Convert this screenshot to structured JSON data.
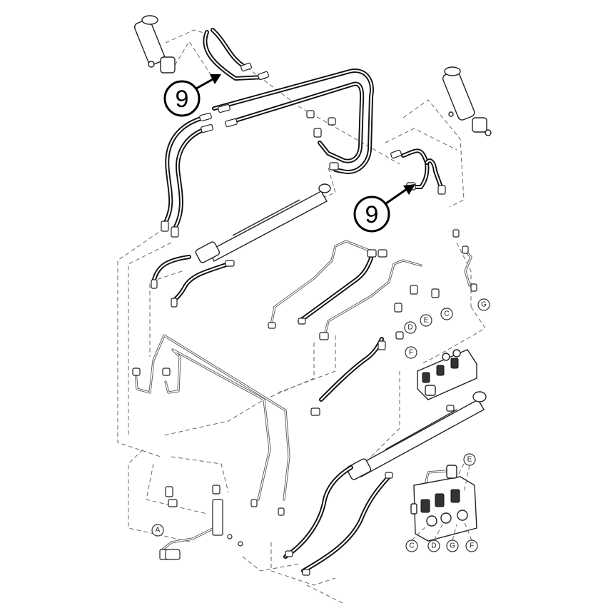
{
  "callouts": [
    {
      "id": "callout-9-top",
      "label": "9"
    },
    {
      "id": "callout-9-right",
      "label": "9"
    }
  ],
  "port_labels": {
    "C": "C",
    "D": "D",
    "E": "E",
    "F": "F",
    "G": "G",
    "A": "A"
  },
  "colors": {
    "hose": "#111111",
    "tube": "#555555",
    "leader": "#666666",
    "callout": "#000000"
  }
}
